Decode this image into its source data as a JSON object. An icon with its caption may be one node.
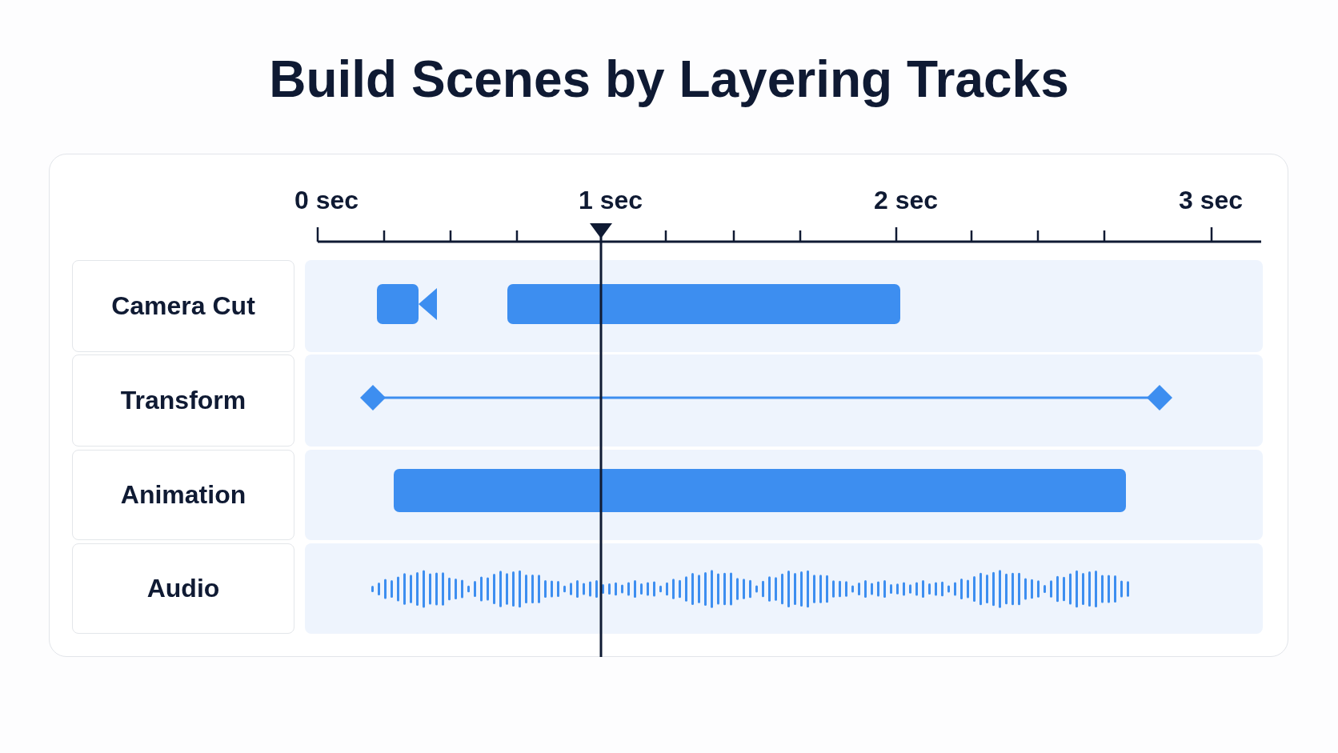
{
  "diagram": {
    "title": "Build Scenes by Layering Tracks",
    "nodes": [
      {
        "text": [
          "Camera Cut"
        ]
      },
      {
        "text": [
          "Transform"
        ]
      },
      {
        "text": [
          "Animation"
        ]
      },
      {
        "text": [
          "Audio"
        ]
      },
      {
        "text": [],
        "shape": "bar"
      },
      {
        "text": [],
        "shape": "bar"
      }
    ],
    "labels": [
      "0 sec",
      "1 sec",
      "2 sec",
      "3 sec"
    ]
  }
}
